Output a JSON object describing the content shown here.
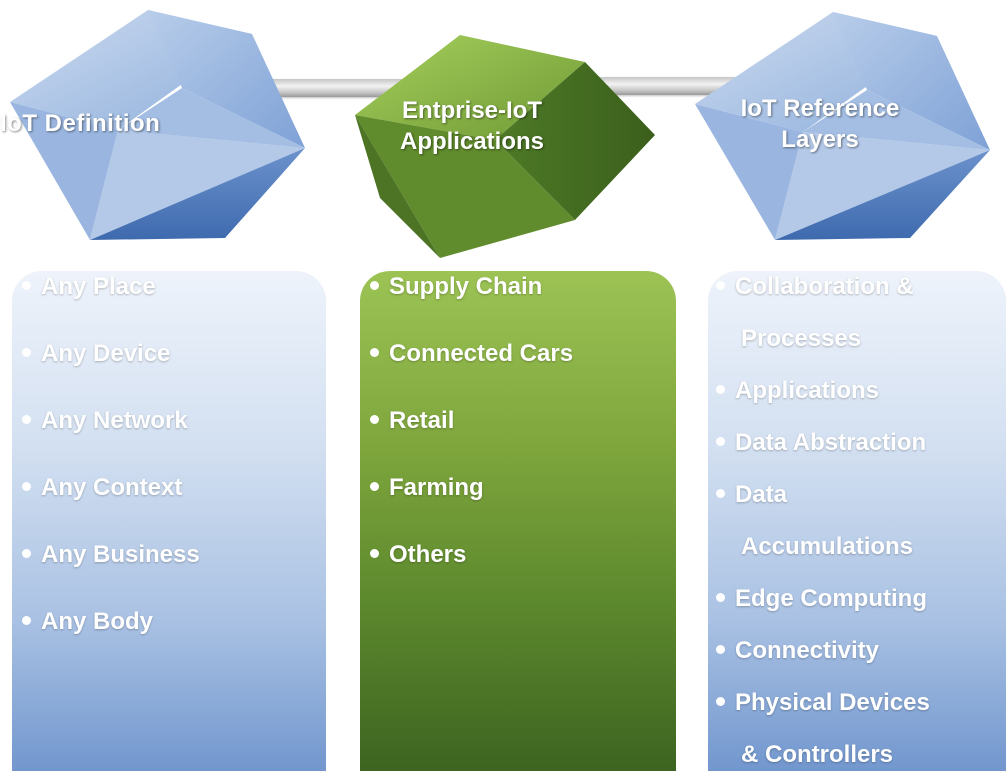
{
  "cubes": {
    "left": {
      "title": "IoT Definition",
      "color": "#a7bfe2"
    },
    "middle": {
      "title": "Entprise-IoT\nApplications",
      "color": "#77a13a"
    },
    "right": {
      "title": "IoT Reference\nLayers",
      "color": "#a7bfe2"
    }
  },
  "panels": {
    "left": {
      "items": [
        "Any Place",
        "Any Device",
        "Any Network",
        "Any Context",
        "Any Business",
        "Any Body"
      ]
    },
    "middle": {
      "items": [
        "Supply Chain",
        "Connected Cars",
        "Retail",
        "Farming",
        "Others"
      ]
    },
    "right": {
      "lines": [
        {
          "text": "Collaboration &",
          "bullet": true
        },
        {
          "text": "Processes",
          "bullet": false
        },
        {
          "text": "Applications",
          "bullet": true
        },
        {
          "text": "Data Abstraction",
          "bullet": true
        },
        {
          "text": "Data",
          "bullet": true
        },
        {
          "text": "Accumulations",
          "bullet": false
        },
        {
          "text": "Edge Computing",
          "bullet": true
        },
        {
          "text": "Connectivity",
          "bullet": true
        },
        {
          "text": "Physical Devices",
          "bullet": true
        },
        {
          "text": "& Controllers",
          "bullet": false
        }
      ]
    }
  }
}
